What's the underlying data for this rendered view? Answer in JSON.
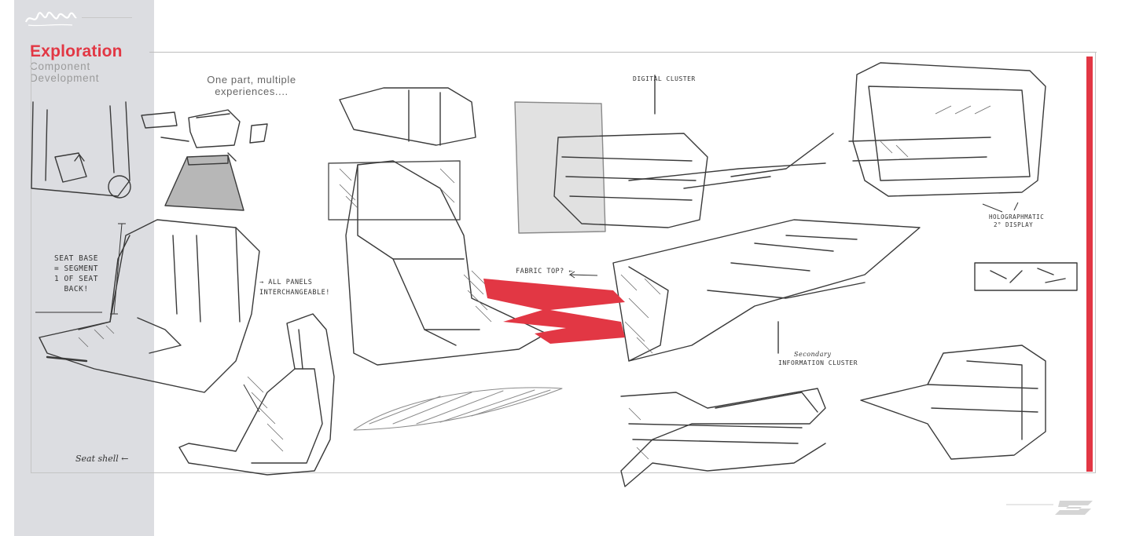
{
  "header": {
    "title": "Exploration",
    "subtitle_line1": "Component",
    "subtitle_line2": "Development",
    "tagline_line1": "One part, multiple",
    "tagline_line2": "experiences...."
  },
  "annotations": {
    "seat_base": [
      "Seat base",
      "= segment",
      "1 of seat",
      "back!"
    ],
    "all_panels": [
      "→ All panels",
      "interchangeable!"
    ],
    "seat_shell": "Seat shell ←",
    "fabric_top": "Fabric top? ←",
    "digital_cluster": "Digital cluster",
    "holographic": [
      "Holographmatic",
      "2° display"
    ],
    "secondary": [
      "Secondary",
      "information cluster"
    ]
  },
  "colors": {
    "accent": "#e23744",
    "band": "#dcdde1",
    "ink": "#333333",
    "muted": "#9b9b9b"
  },
  "icons": [
    "brand-signature-logo",
    "stripe-logo"
  ]
}
